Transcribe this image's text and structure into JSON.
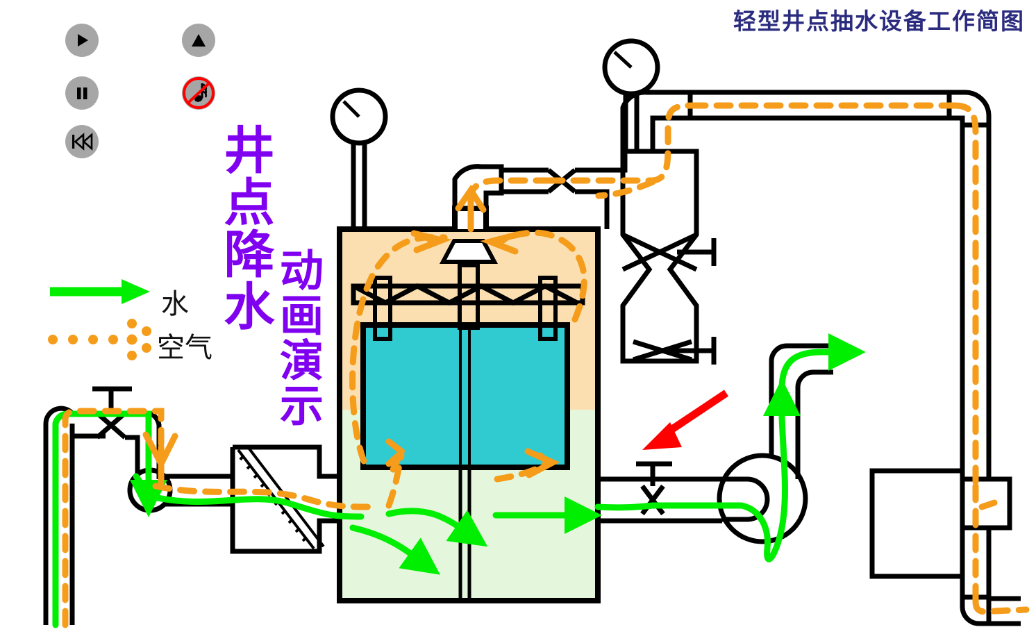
{
  "title": "轻型井点抽水设备工作简图",
  "headings": {
    "vertical_main": "井点降水",
    "vertical_sub": "动画演示"
  },
  "legend": {
    "items": [
      {
        "label": "水",
        "marker": "green-solid-arrow",
        "color": "#00ee00"
      },
      {
        "label": "空气",
        "marker": "orange-dotted-arrow",
        "color": "#f59c1b"
      }
    ]
  },
  "controls": [
    {
      "name": "play",
      "icon": "play-icon",
      "label": "播放"
    },
    {
      "name": "up",
      "icon": "triangle-up-icon",
      "label": "上一步"
    },
    {
      "name": "pause",
      "icon": "pause-icon",
      "label": "暂停"
    },
    {
      "name": "mute",
      "icon": "music-note-muted-icon",
      "label": "静音"
    },
    {
      "name": "rewind",
      "icon": "rewind-icon",
      "label": "重播"
    }
  ],
  "colors": {
    "title": "#2b2b7f",
    "heading_purple": "#8000f0",
    "water_green": "#00ee00",
    "air_orange": "#f59c1b",
    "tank_upper_tan": "#fbdfb0",
    "tank_lower_pale_green": "#e4f7dc",
    "inner_box_teal": "#2fcbd1",
    "pointer_red": "#fe0000",
    "button_grey": "#a6a6a6",
    "outline_black": "#000000"
  },
  "diagram": {
    "name": "light-wellpoint-dewatering-equipment-schematic",
    "components": [
      {
        "name": "wellpoint-riser-pipe",
        "side": "left"
      },
      {
        "name": "wellpoint-top-valve",
        "side": "left"
      },
      {
        "name": "elbow-junction-circle",
        "side": "left"
      },
      {
        "name": "filter-screen-box",
        "side": "left-center"
      },
      {
        "name": "water-air-separator-tank",
        "side": "center"
      },
      {
        "name": "separator-inner-baffle-box",
        "side": "center"
      },
      {
        "name": "truss-beam-float-assembly",
        "side": "center"
      },
      {
        "name": "tank-top-elbow",
        "side": "center"
      },
      {
        "name": "top-cross-valve",
        "side": "center-right"
      },
      {
        "name": "pressure-gauge-left",
        "side": "center"
      },
      {
        "name": "pressure-gauge-right",
        "side": "right"
      },
      {
        "name": "vacuum-pump-vessel",
        "side": "right"
      },
      {
        "name": "vessel-valve-upper",
        "side": "right"
      },
      {
        "name": "vessel-valve-lower",
        "side": "right"
      },
      {
        "name": "centrifugal-water-pump",
        "side": "right"
      },
      {
        "name": "pump-inlet-valve",
        "side": "right"
      },
      {
        "name": "pump-discharge-pipe",
        "side": "right"
      },
      {
        "name": "overhead-air-pipe",
        "side": "top-right"
      },
      {
        "name": "right-vertical-air-pipe",
        "side": "far-right"
      },
      {
        "name": "motor-box",
        "side": "bottom-right"
      },
      {
        "name": "air-discharge-elbow",
        "side": "bottom-right"
      },
      {
        "name": "red-pointer-arrow",
        "side": "right"
      }
    ],
    "flows": [
      {
        "name": "water-flow",
        "color": "#00ee00",
        "style": "solid"
      },
      {
        "name": "air-flow",
        "color": "#f59c1b",
        "style": "dashed"
      }
    ]
  }
}
